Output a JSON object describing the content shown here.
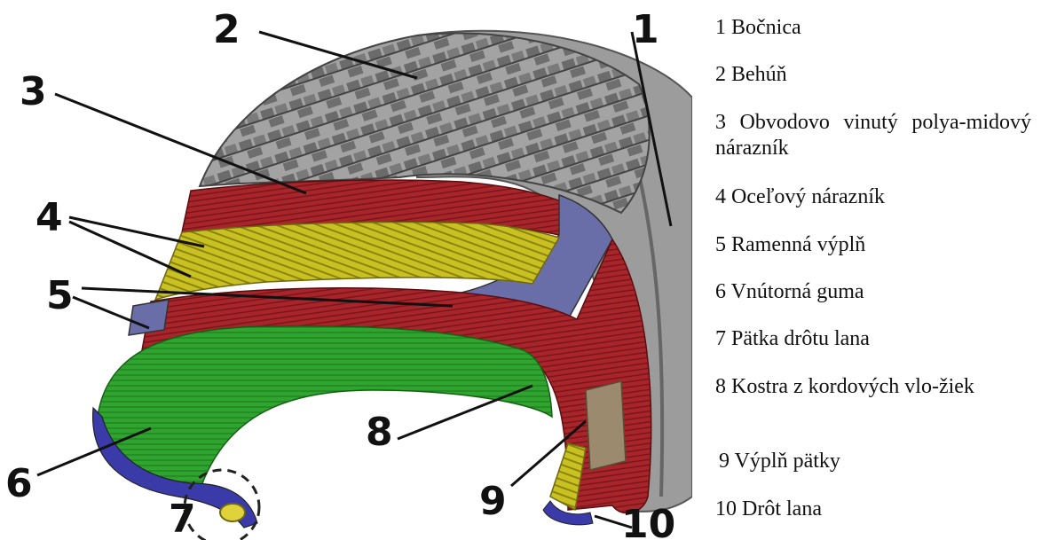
{
  "callouts": [
    "1",
    "2",
    "3",
    "4",
    "5",
    "6",
    "7",
    "8",
    "9",
    "10"
  ],
  "legend": [
    "1 Bočnica",
    "2 Behúň",
    "3 Obvodovo vinutý polya-midový nárazník",
    "4 Oceľový nárazník",
    "5 Ramenná výplň",
    "6 Vnútorná guma",
    "7 Pätka drôtu lana",
    "8 Kostra z kordových vlo-žiek",
    "9 Výplň pätky",
    "10 Drôt lana"
  ],
  "colors": {
    "tread": "#8f8f8f",
    "sidewall": "#9c9c9c",
    "nylon_belt": "#a8262b",
    "steel_belt": "#c9c021",
    "shoulder_filler": "#6a6ea8",
    "inner_liner": "#2fa52f",
    "bead_filler": "#9b8a6e",
    "bead_wire": "#e0d23a"
  }
}
